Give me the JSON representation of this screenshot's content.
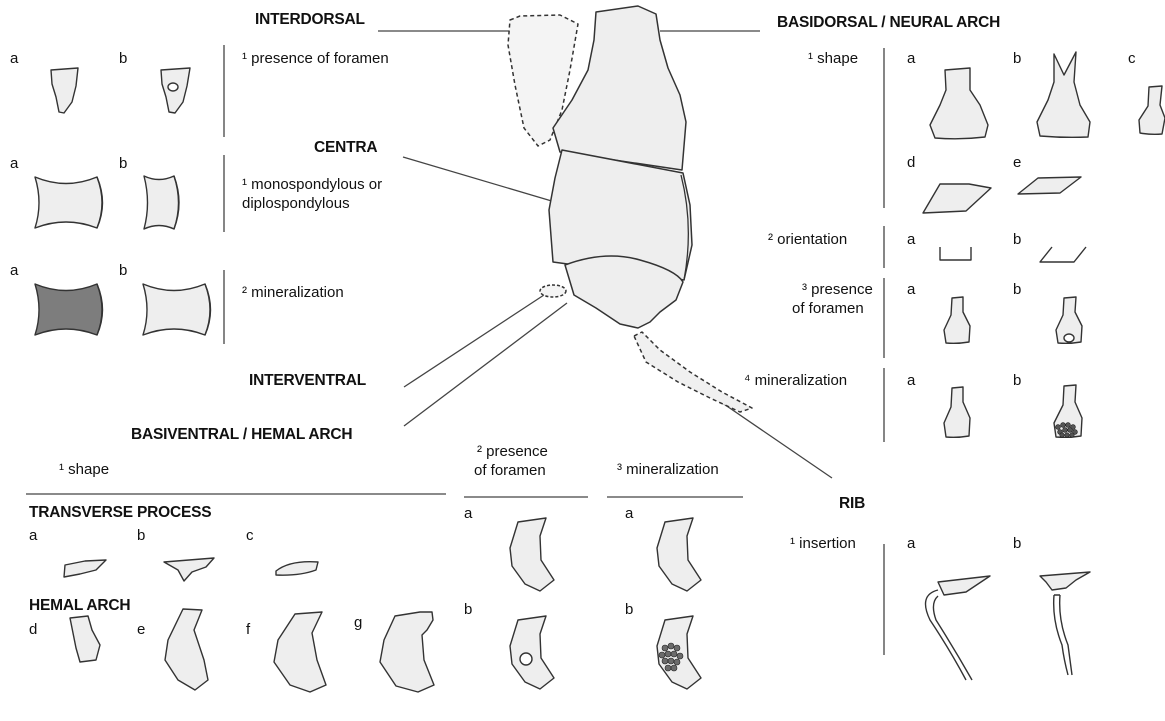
{
  "headings": {
    "interdorsal": "INTERDORSAL",
    "basidorsal": "BASIDORSAL / NEURAL ARCH",
    "centra": "CENTRA",
    "interventral": "INTERVENTRAL",
    "basiventral": "BASIVENTRAL / HEMAL ARCH",
    "transverse": "TRANSVERSE PROCESS",
    "hemal": "HEMAL ARCH",
    "rib": "RIB"
  },
  "characters": {
    "interdorsal_foramen": "¹ presence of foramen",
    "centra_spondyly_1": "¹ monospondylous or",
    "centra_spondyly_2": "diplospondylous",
    "centra_mineralization": "² mineralization",
    "bd_shape": "¹ shape",
    "bd_orientation": "² orientation",
    "bd_foramen_1": "³ presence",
    "bd_foramen_2": "of foramen",
    "bd_mineralization": "⁴ mineralization",
    "bv_shape": "¹ shape",
    "bv_foramen_1": "² presence",
    "bv_foramen_2": "of foramen",
    "bv_mineralization": "³ mineralization",
    "rib_insertion": "¹ insertion"
  },
  "states": {
    "a": "a",
    "b": "b",
    "c": "c",
    "d": "d",
    "e": "e",
    "f": "f",
    "g": "g"
  },
  "colors": {
    "fill": "#eeeeee",
    "fill_dark": "#7d7d7d",
    "stroke": "#333333"
  }
}
